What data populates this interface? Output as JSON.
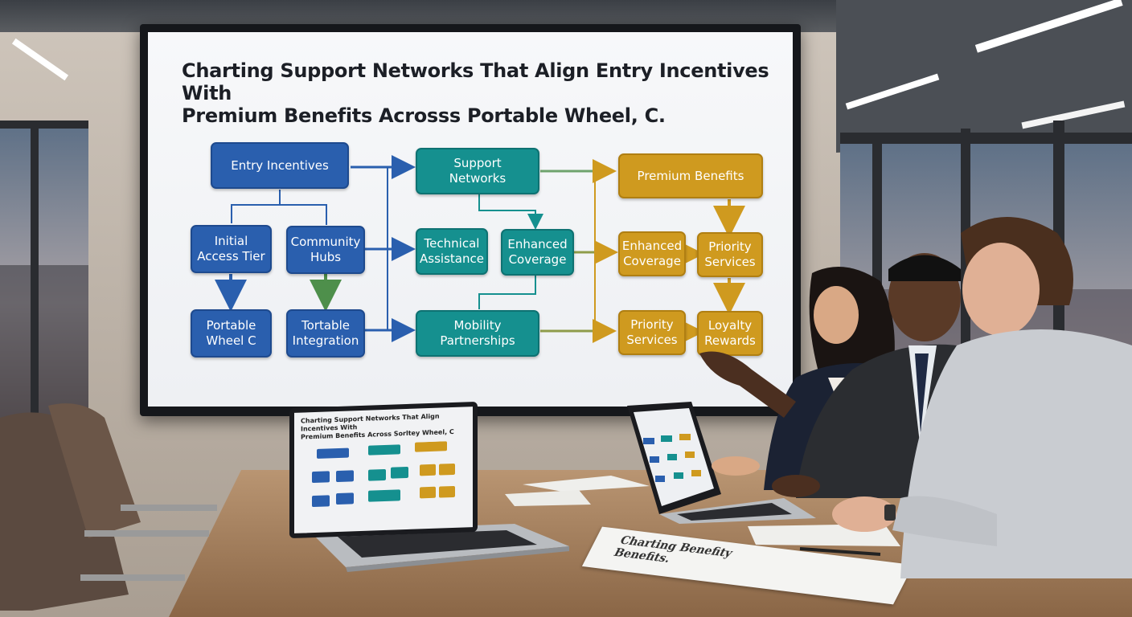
{
  "screen": {
    "title_line1": "Charting Support Networks That Align Entry Incentives With",
    "title_line2": "Premium Benefits Acrosss Portable Wheel, C."
  },
  "nodes": {
    "entry_incentives": "Entry Incentives",
    "support_networks": "Support\nNetworks",
    "premium_benefits": "Premium Benefits",
    "initial_access_tier": "Initial\nAccess Tier",
    "community_hubs": "Community\nHubs",
    "technical_assistance": "Technical\nAssistance",
    "enhanced_coverage_teal": "Enhanced\nCoverage",
    "enhanced_coverage_gold": "Enhanced\nCoverage",
    "priority_services_top": "Priority\nServices",
    "portable_wheel_c": "Portable\nWheel C",
    "tortable_integration": "Tortable\nIntegration",
    "mobility_partnerships": "Mobility\nPartnerships",
    "priority_services_bottom": "Priority\nServices",
    "loyalty_rewards": "Loyalty\nRewards"
  },
  "laptop_left": {
    "title_line1": "Charting Support Networks That Align Incentives With",
    "title_line2": "Premium Benefits Across Sorltey Wheel, C"
  },
  "paper": {
    "line1": "Charting Benefity",
    "line2": "Benefits."
  },
  "colors": {
    "blue": "#2a5fae",
    "teal": "#15908f",
    "gold": "#cf9a1f"
  }
}
